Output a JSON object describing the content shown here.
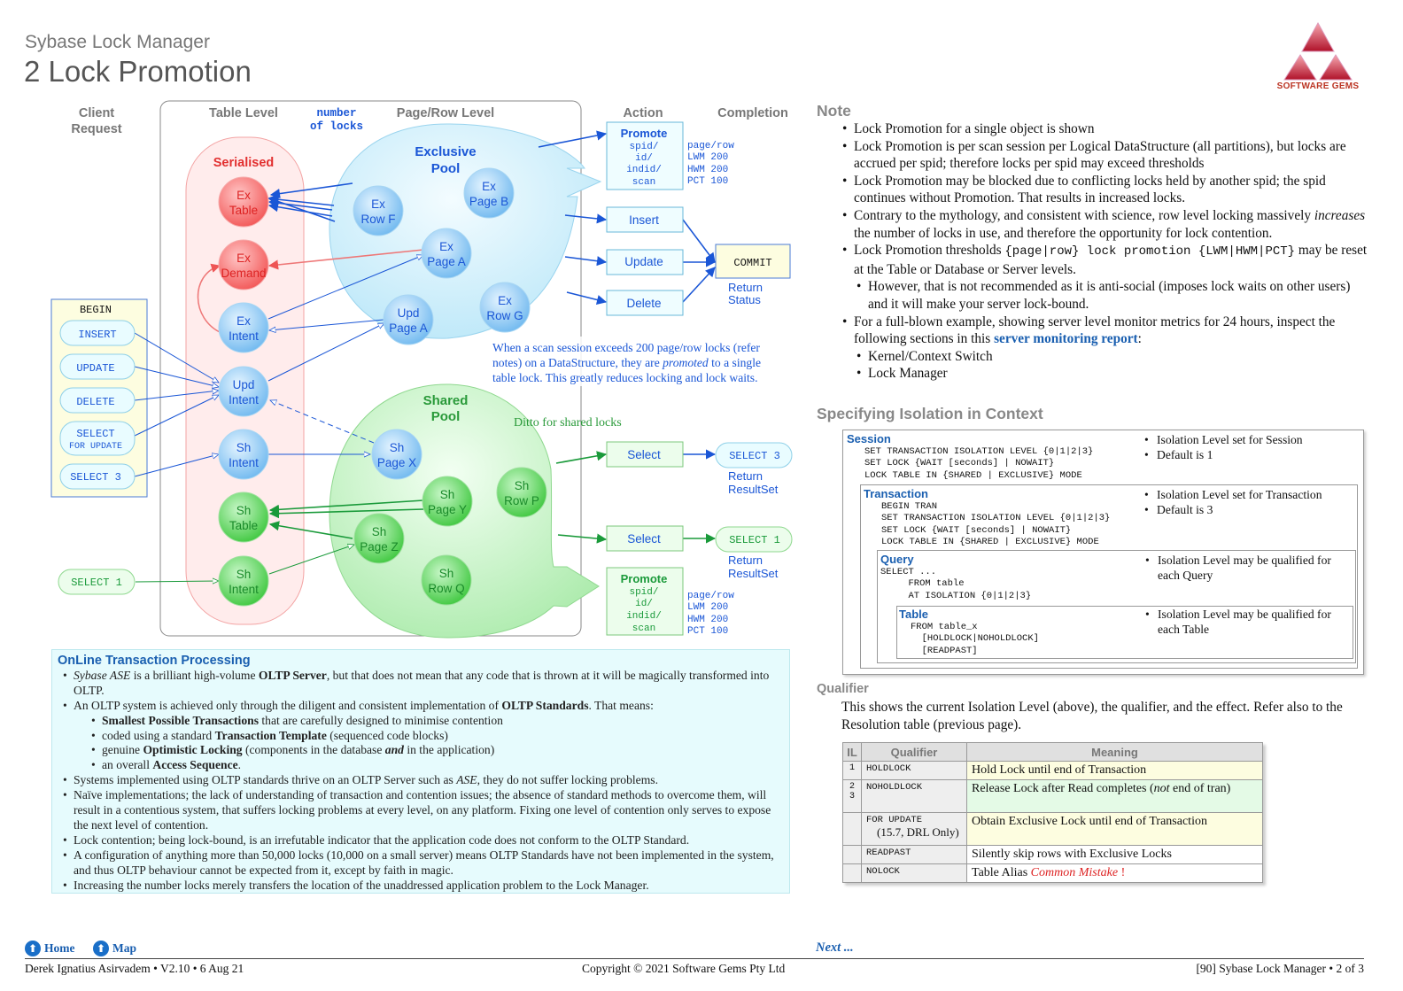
{
  "header": {
    "subtitle": "Sybase Lock Manager",
    "title": "2 Lock Promotion",
    "logo_text": "SOFTWARE GEMS"
  },
  "diagram": {
    "columns": {
      "client_request": "Client\nRequest",
      "table_level": "Table Level",
      "number_of_locks": "number\nof locks",
      "page_row_level": "Page/Row Level",
      "action": "Action",
      "completion": "Completion"
    },
    "client": {
      "begin": "BEGIN",
      "insert": "INSERT",
      "update": "UPDATE",
      "delete": "DELETE",
      "select_fu_1": "SELECT",
      "select_fu_2": "FOR UPDATE",
      "select3": "SELECT 3",
      "select1": "SELECT 1"
    },
    "serialised": "Serialised",
    "table_nodes": {
      "ex_table": [
        "Ex",
        "Table"
      ],
      "ex_demand": [
        "Ex",
        "Demand"
      ],
      "ex_intent": [
        "Ex",
        "Intent"
      ],
      "upd_intent": [
        "Upd",
        "Intent"
      ],
      "sh_intent_1": [
        "Sh",
        "Intent"
      ],
      "sh_table": [
        "Sh",
        "Table"
      ],
      "sh_intent_2": [
        "Sh",
        "Intent"
      ]
    },
    "exclusive_pool": [
      "Exclusive",
      "Pool"
    ],
    "shared_pool": [
      "Shared",
      "Pool"
    ],
    "pool_nodes": {
      "ex_row_f": [
        "Ex",
        "Row F"
      ],
      "ex_page_b": [
        "Ex",
        "Page B"
      ],
      "ex_page_a": [
        "Ex",
        "Page A"
      ],
      "ex_row_g": [
        "Ex",
        "Row G"
      ],
      "upd_page_a": [
        "Upd",
        "Page A"
      ],
      "sh_page_x": [
        "Sh",
        "Page X"
      ],
      "sh_page_y": [
        "Sh",
        "Page Y"
      ],
      "sh_row_p": [
        "Sh",
        "Row P"
      ],
      "sh_page_z": [
        "Sh",
        "Page Z"
      ],
      "sh_row_q": [
        "Sh",
        "Row Q"
      ]
    },
    "actions": {
      "promote": "Promote",
      "promote_detail": [
        "spid/",
        "id/",
        "indid/",
        "scan"
      ],
      "insert": "Insert",
      "update": "Update",
      "delete": "Delete",
      "select": "Select"
    },
    "thresholds": [
      "page/row",
      "LWM 200",
      "HWM 200",
      "PCT 100"
    ],
    "completion": {
      "commit": "COMMIT",
      "return_status": [
        "Return",
        "Status"
      ],
      "return_resultset": [
        "Return",
        "ResultSet"
      ],
      "select3": "SELECT 3",
      "select1": "SELECT 1"
    },
    "promo_note": {
      "l1": "When a scan session exceeds 200 page/row locks (refer",
      "l2a": "notes) on a DataStructure, they are ",
      "l2b": "promoted",
      "l2c": " to a single",
      "l3": "table lock.  This greatly reduces locking and lock waits."
    },
    "ditto": "Ditto for shared locks"
  },
  "oltp": {
    "title": "OnLine Transaction Processing",
    "b1a": "Sybase ASE",
    "b1b": " is a brilliant high-volume ",
    "b1c": "OLTP Server",
    "b1d": ", but that does not mean that any code that is thrown at it will be magically transformed into OLTP.",
    "b2a": " An OLTP system is achieved only through the diligent and consistent implementation of ",
    "b2b": "OLTP Standards",
    "b2c": ".  That means:",
    "s1a": "Smallest Possible Transactions",
    "s1b": " that are carefully designed to minimise contention",
    "s2a": "coded using a standard ",
    "s2b": "Transaction Template",
    "s2c": " (sequenced code blocks)",
    "s3a": "genuine ",
    "s3b": "Optimistic Locking",
    "s3c": " (components in the database ",
    "s3d": "and",
    "s3e": " in the application)",
    "s4a": "an overall ",
    "s4b": "Access Sequence",
    "s4c": ".",
    "b3a": "Systems implemented using OLTP standards thrive on an OLTP Server such as ",
    "b3b": "ASE",
    "b3c": ", they do not suffer locking problems.",
    "b4": "Naïve implementations; the lack of understanding of transaction and contention issues; the absence of standard methods to overcome them, will result in a contentious system, that suffers locking problems at every level, on any platform.  Fixing one level of contention only serves to expose the next level of contention.",
    "b5": "Lock contention; being lock-bound, is an irrefutable indicator that the application code does not conform to the OLTP Standard.",
    "b6": "A configuration of anything more than 50,000 locks (10,000 on a small server) means OLTP Standards have not been implemented in the system, and thus OLTP behaviour cannot be expected from it, except by faith in magic.",
    "b7": "Increasing the number locks merely transfers the location of the unaddressed application problem to the Lock Manager."
  },
  "note": {
    "heading": "Note",
    "n1": "Lock Promotion for a single object is shown",
    "n2": "Lock Promotion is per scan session per Logical DataStructure (all partitions), but locks are accrued per spid; therefore locks per spid may exceed thresholds",
    "n3": "Lock Promotion may be blocked due to conflicting locks held by another spid; the spid continues without Promotion.  That results in increased locks.",
    "n4a": "Contrary to the mythology, and consistent with science, row level locking massively ",
    "n4b": "increases",
    "n4c": " the number of locks in use, and therefore the opportunity for lock contention.",
    "n5a": "Lock Promotion thresholds ",
    "n5b": "{page|row} lock promotion {LWM|HWM|PCT}",
    "n5c": " may be reset at the Table or Database or Server levels.",
    "n5s": "However, that is not recommended as it is anti-social (imposes lock waits on other users) and it will make your server lock-bound.",
    "n6a": "For a full-blown example, showing server level monitor metrics for 24 hours, inspect the following sections in this ",
    "n6b": "server monitoring report",
    "n6c": ":",
    "n6s1": "Kernel/Context Switch",
    "n6s2": "Lock Manager"
  },
  "spec": {
    "heading": "Specifying Isolation in Context",
    "session": {
      "title": "Session",
      "code": "SET TRANSACTION ISOLATION LEVEL {0|1|2|3}\nSET LOCK {WAIT [seconds] | NOWAIT}\nLOCK TABLE IN {SHARED | EXCLUSIVE} MODE",
      "b1": "Isolation Level set for Session",
      "b2": "Default is 1"
    },
    "transaction": {
      "title": "Transaction",
      "code": "BEGIN TRAN\nSET TRANSACTION ISOLATION LEVEL {0|1|2|3}\nSET LOCK {WAIT [seconds] | NOWAIT}\nLOCK TABLE IN {SHARED | EXCLUSIVE} MODE",
      "b1": "Isolation Level set for Transaction",
      "b2": "Default is 3"
    },
    "query": {
      "title": "Query",
      "code": "SELECT ...\n     FROM table\n     AT ISOLATION {0|1|2|3}",
      "b1": "Isolation Level may be qualified for each Query"
    },
    "table": {
      "title": "Table",
      "code": "FROM table_x\n  [HOLDLOCK|NOHOLDLOCK]\n  [READPAST]",
      "b1": "Isolation Level may be qualified for each Table"
    }
  },
  "qualifier": {
    "heading": "Qualifier",
    "para": "This shows the current Isolation Level (above), the qualifier, and the effect.  Refer also to the Resolution table (previous page).",
    "cols": {
      "il": "IL",
      "qualifier": "Qualifier",
      "meaning": "Meaning"
    },
    "rows": [
      {
        "il": "1",
        "q": "HOLDLOCK",
        "q2": "",
        "m": "Hold Lock until end of Transaction",
        "bg": "#fdfde0"
      },
      {
        "il": "2\n3",
        "q": "NOHOLDLOCK",
        "q2": "",
        "m": "Release Lock after Read completes (",
        "mi": "not",
        "mt": " end of tran)",
        "bg": "#e4fae6"
      },
      {
        "il": "",
        "q": "FOR UPDATE",
        "q2": "(15.7, DRL Only)",
        "m": "Obtain Exclusive Lock until end of Transaction",
        "bg": "#fdfde0"
      },
      {
        "il": "",
        "q": "READPAST",
        "q2": "",
        "m": "Silently skip rows with Exclusive Locks",
        "bg": "#fff"
      },
      {
        "il": "",
        "q": "NOLOCK",
        "q2": "",
        "m": "Table Alias ",
        "mr": "Common Mistake",
        "mt": " !",
        "bg": "#fff"
      }
    ]
  },
  "footer": {
    "home": "Home",
    "map": "Map",
    "next": "Next ...",
    "author": "Derek Ignatius Asirvadem • V2.10 • 6 Aug 21",
    "copyright": "Copyright © 2021 Software Gems Pty Ltd",
    "page": "[90] Sybase Lock Manager • 2 of 3"
  },
  "colors": {
    "accent": "#1a5fb0",
    "red": "#d22",
    "ex_node": "#f25555",
    "sh_node": "#3ec73e",
    "blue_node": "#6fb8ef"
  }
}
